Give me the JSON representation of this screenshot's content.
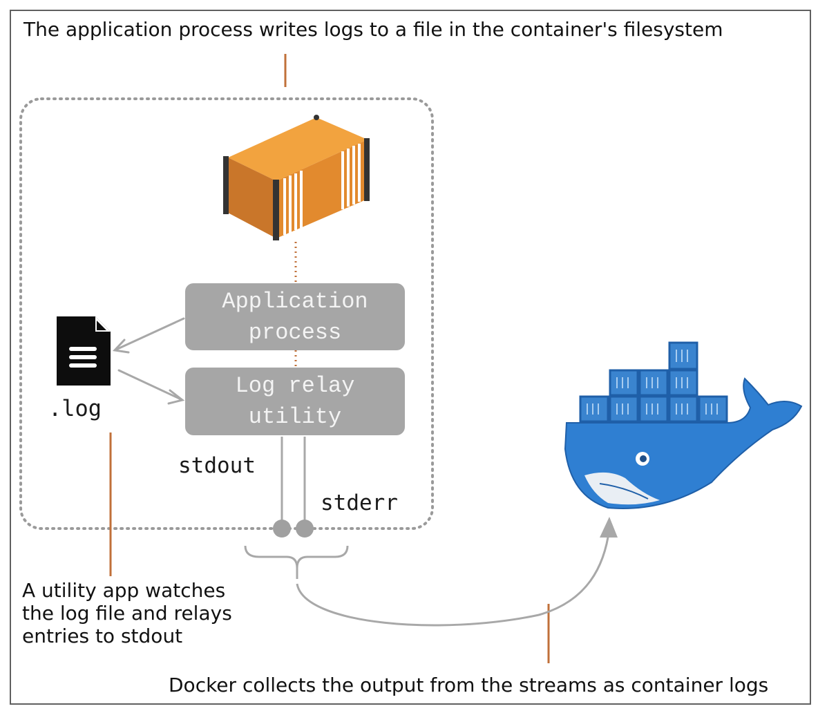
{
  "captions": {
    "top": "The application process writes logs to a file in the container's filesystem",
    "bottom": "Docker collects the output from the streams as container logs",
    "left_lines": [
      "A utility app watches",
      "the log file and relays",
      "entries to stdout"
    ]
  },
  "boxes": {
    "app_line1": "Application",
    "app_line2": "process",
    "relay_line1": "Log relay",
    "relay_line2": "utility"
  },
  "labels": {
    "log_file": ".log",
    "stdout": "stdout",
    "stderr": "stderr"
  },
  "icons": {
    "container": "shipping-container-icon",
    "file": "file-document-icon",
    "docker": "docker-whale-icon"
  },
  "colors": {
    "accent_line": "#c0703a",
    "container_orange": "#e28a2e",
    "box_gray": "#a6a6a6",
    "docker_blue": "#2f7fd2"
  }
}
